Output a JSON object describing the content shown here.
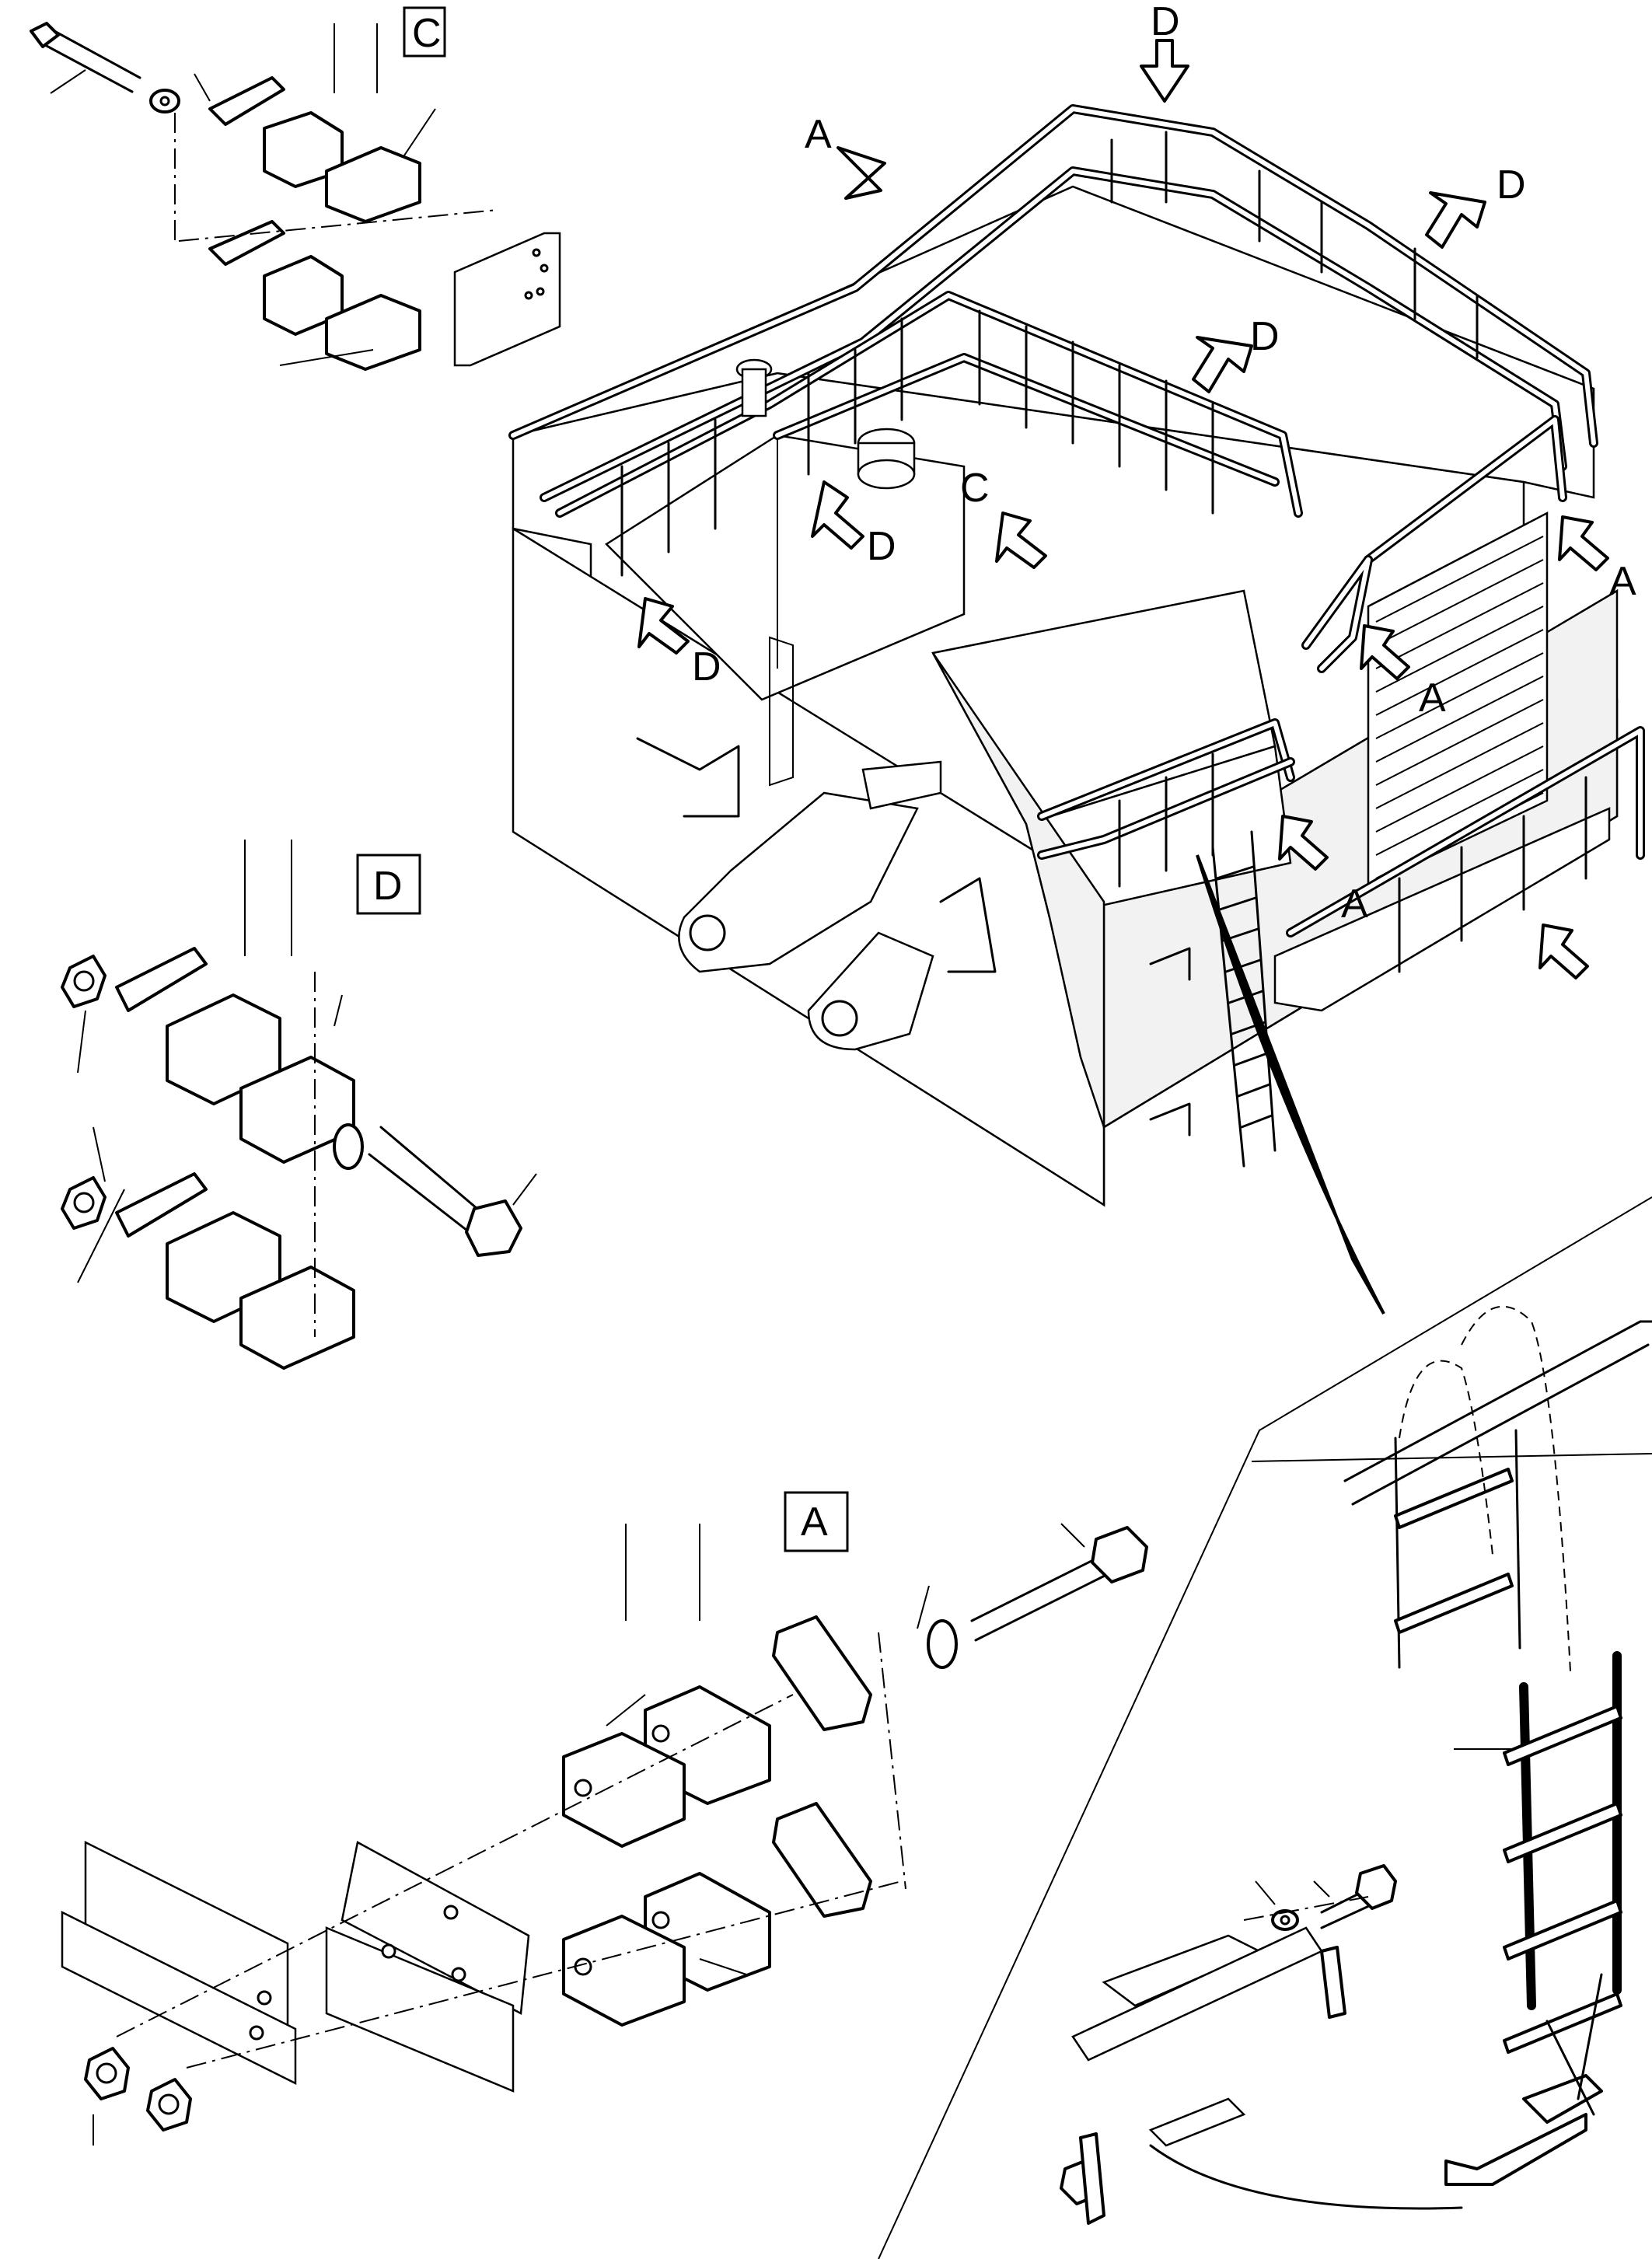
{
  "figure": {
    "labels": {
      "A": "A",
      "C": "C",
      "D": "D"
    },
    "detail_boxes": {
      "C": "C",
      "D": "D",
      "A": "A"
    }
  }
}
